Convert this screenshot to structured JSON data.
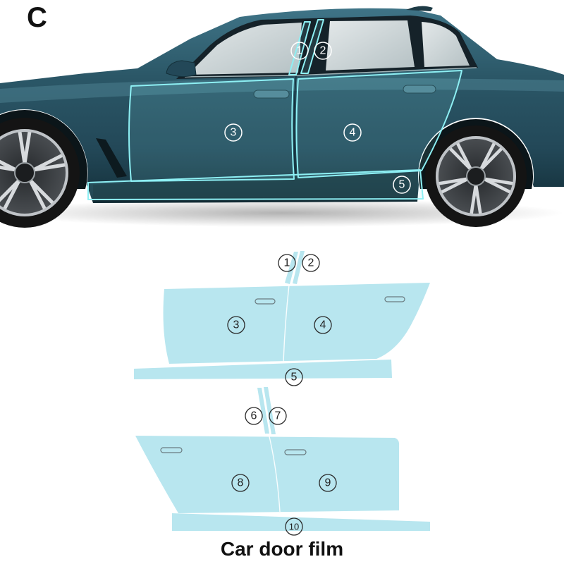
{
  "variant_label": "C",
  "caption": "Car door film",
  "colors": {
    "film": "#b8e6ef",
    "film_outline": "#8ef0f4",
    "label_dark": "#2a2a2a"
  },
  "photo": {
    "labels": [
      "1",
      "2",
      "3",
      "4",
      "5"
    ]
  },
  "diagram_1": {
    "labels": [
      "1",
      "2",
      "3",
      "4",
      "5"
    ]
  },
  "diagram_2": {
    "labels": [
      "6",
      "7",
      "8",
      "9",
      "10"
    ]
  }
}
